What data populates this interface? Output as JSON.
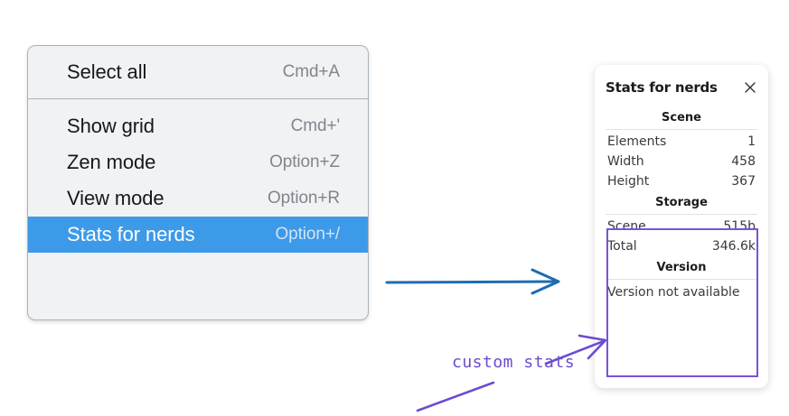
{
  "context_menu": {
    "name": "canvas-context-menu",
    "groups": [
      {
        "items": [
          {
            "label": "Select all",
            "shortcut": "Cmd+A",
            "selected": false
          }
        ]
      },
      {
        "items": [
          {
            "label": "Show grid",
            "shortcut": "Cmd+'",
            "selected": false
          },
          {
            "label": "Zen mode",
            "shortcut": "Option+Z",
            "selected": false
          },
          {
            "label": "View mode",
            "shortcut": "Option+R",
            "selected": false
          },
          {
            "label": "Stats for nerds",
            "shortcut": "Option+/",
            "selected": true
          }
        ]
      }
    ]
  },
  "stats_panel": {
    "title": "Stats for nerds",
    "close_icon": "close-icon",
    "sections": [
      {
        "heading": "Scene",
        "rows": [
          {
            "label": "Elements",
            "value": "1"
          },
          {
            "label": "Width",
            "value": "458"
          },
          {
            "label": "Height",
            "value": "367"
          }
        ]
      },
      {
        "heading": "Storage",
        "rows": [
          {
            "label": "Scene",
            "value": "515b"
          },
          {
            "label": "Total",
            "value": "346.6k"
          }
        ]
      },
      {
        "heading": "Version",
        "text": "Version not available"
      }
    ]
  },
  "annotations": {
    "custom_stats_label": "custom stats",
    "arrow_color_blue": "#1f6cb0",
    "arrow_color_purple": "#6c4bd0",
    "highlight_box_color": "#7b52d8"
  },
  "colors": {
    "menu_background": "#f0f2f4",
    "menu_border": "#a9b3bd",
    "selection_blue": "#3d9ae8",
    "panel_background": "#ffffff",
    "page_background": "#ffffff"
  }
}
